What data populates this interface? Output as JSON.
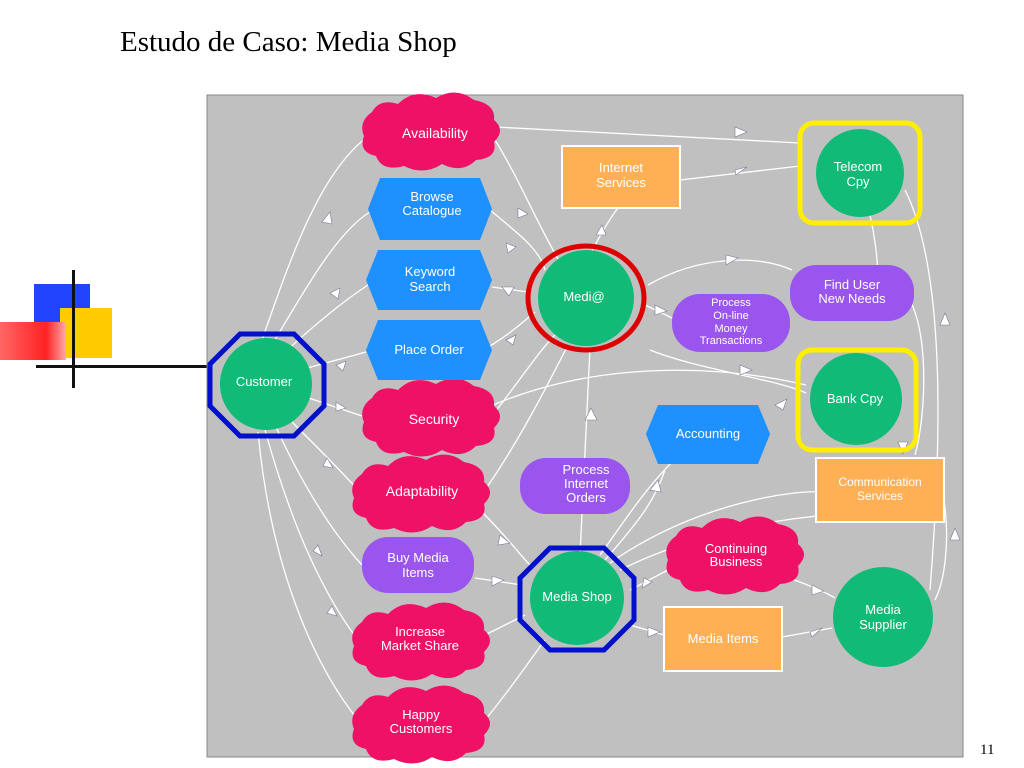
{
  "title": "Estudo de  Caso: Media Shop",
  "page_number": "11",
  "colors": {
    "panel": "#c0c0c0",
    "goal": "#ee1166",
    "task": "#1e90ff",
    "softgoal_purple": "#9955ee",
    "actor": "#11bb77",
    "resource": "#ffb055",
    "highlight_blue": "#0010cc",
    "highlight_red": "#dd0000",
    "highlight_yellow": "#ffee00"
  },
  "nodes": {
    "availability": "Availability",
    "browse_catalogue": [
      "Browse",
      "Catalogue"
    ],
    "keyword_search": [
      "Keyword",
      "Search"
    ],
    "place_order": "Place Order",
    "customer": "Customer",
    "security": "Security",
    "adaptability": "Adaptability",
    "buy_media_items": [
      "Buy Media",
      "Items"
    ],
    "increase_market_share": [
      "Increase",
      "Market Share"
    ],
    "happy_customers": [
      "Happy",
      "Customers"
    ],
    "internet_services": [
      "Internet",
      "Services"
    ],
    "medi_at": "Medi@",
    "process_online_money": [
      "Process",
      "On-line",
      "Money",
      "Transactions"
    ],
    "process_internet_orders": [
      "Process",
      "Internet",
      "Orders"
    ],
    "accounting": "Accounting",
    "media_shop": "Media Shop",
    "continuing_business": [
      "Continuing",
      "Business"
    ],
    "media_items": "Media Items",
    "telecom_cpy": [
      "Telecom",
      "Cpy"
    ],
    "find_user_new_needs": [
      "Find User",
      "New Needs"
    ],
    "bank_cpy": "Bank Cpy",
    "communication_services": [
      "Communication",
      "Services"
    ],
    "media_supplier": [
      "Media",
      "Supplier"
    ]
  }
}
